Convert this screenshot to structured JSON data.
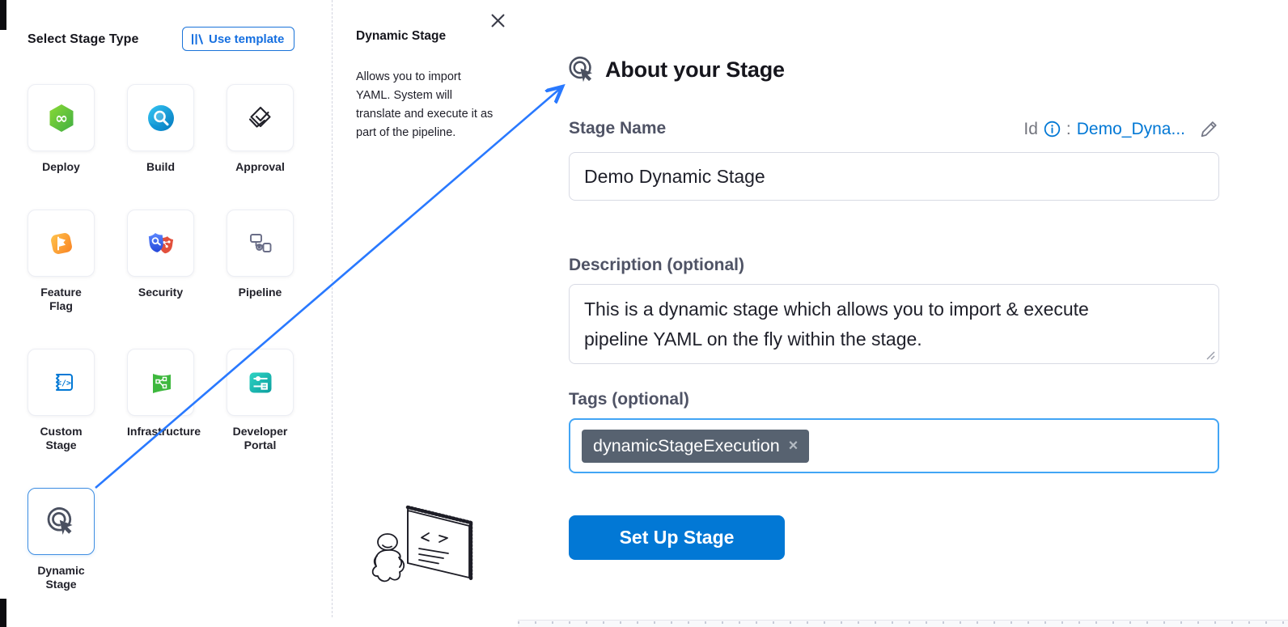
{
  "app": {
    "accent": "#0278d5",
    "arrow_blue": "#2979ff",
    "chip_bg": "#576270",
    "selected_border": "#3f8ee2"
  },
  "stage_selector": {
    "title": "Select Stage Type",
    "use_template": {
      "label": "Use template",
      "icon": "template-library-icon"
    },
    "stages": [
      {
        "label": "Deploy",
        "icon": "deploy-icon"
      },
      {
        "label": "Build",
        "icon": "build-icon"
      },
      {
        "label": "Approval",
        "icon": "approval-icon"
      },
      {
        "label": "Feature Flag",
        "icon": "feature-flag-icon"
      },
      {
        "label": "Security",
        "icon": "security-icon"
      },
      {
        "label": "Pipeline",
        "icon": "pipeline-icon"
      },
      {
        "label": "Custom Stage",
        "icon": "custom-stage-icon"
      },
      {
        "label": "Infrastructure",
        "icon": "infrastructure-icon"
      },
      {
        "label": "Developer Portal",
        "icon": "developer-portal-icon"
      },
      {
        "label": "Dynamic Stage",
        "icon": "dynamic-stage-click-icon",
        "selected": true
      }
    ]
  },
  "info_panel": {
    "title": "Dynamic Stage",
    "close_icon": "close-icon",
    "description": "Allows you to import YAML. System will translate and execute it as part of the pipeline."
  },
  "about_form": {
    "title": "About your Stage",
    "header_icon": "dynamic-stage-click-icon",
    "stage_name": {
      "label": "Stage Name",
      "value": "Demo Dynamic Stage"
    },
    "identifier": {
      "label": "Id",
      "separator": ":",
      "value": "Demo_Dyna...",
      "info_icon": "info-icon",
      "edit_icon": "pencil-icon"
    },
    "description": {
      "label": "Description (optional)",
      "value": "This is a dynamic stage which allows you to import & execute pipeline YAML on the fly within the stage."
    },
    "tags": {
      "label": "Tags (optional)",
      "chips": [
        {
          "text": "dynamicStageExecution",
          "remove": "×"
        }
      ]
    },
    "submit_label": "Set Up Stage"
  }
}
